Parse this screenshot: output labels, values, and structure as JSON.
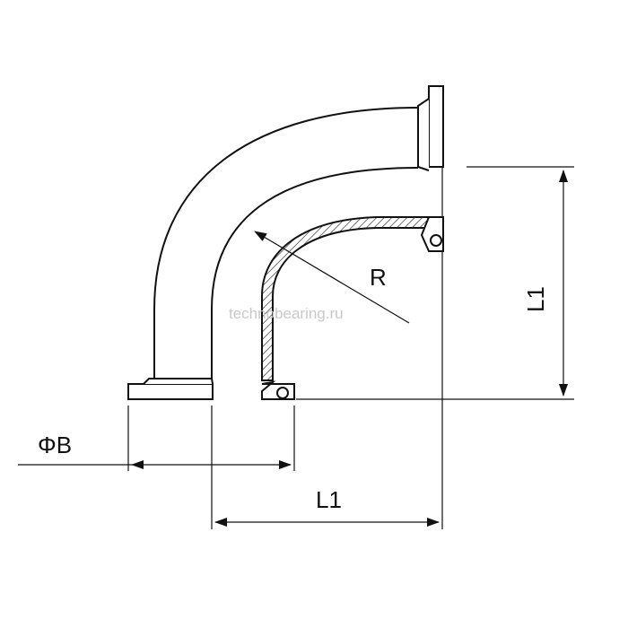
{
  "labels": {
    "radius": "R",
    "length_vertical": "L1",
    "length_horizontal": "L1",
    "diameter": "ΦB"
  },
  "watermark": "technobearing.ru",
  "colors": {
    "line": "#111111",
    "hatch": "#111111",
    "background": "#ffffff",
    "watermark": "#c9c9c9"
  }
}
